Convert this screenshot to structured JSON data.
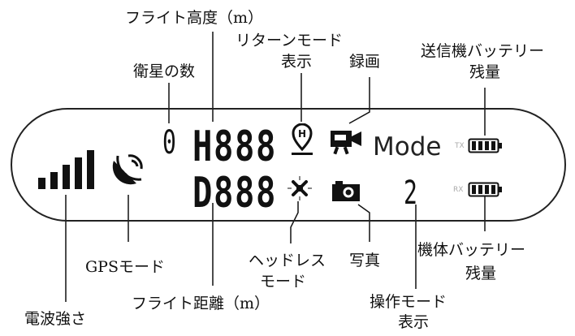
{
  "labels": {
    "flight_altitude": "フライト高度（m）",
    "return_mode_line1": "リターンモード",
    "return_mode_line2": "表示",
    "recording": "録画",
    "satellite_count": "衛星の数",
    "tx_battery_line1": "送信機バッテリー",
    "tx_battery_line2": "残量",
    "gps_mode": "GPSモード",
    "signal_strength": "電波強さ",
    "flight_distance": "フライト距離（m）",
    "headless_line1": "ヘッドレス",
    "headless_line2": "モード",
    "photo": "写真",
    "body_battery_line1": "機体バッテリー",
    "body_battery_line2": "残量",
    "control_mode_line1": "操作モード",
    "control_mode_line2": "表示"
  },
  "display": {
    "satellite_value": "0",
    "altitude_prefix": "H",
    "altitude_value": "888",
    "distance_prefix": "D",
    "distance_value": "888",
    "mode_text": "Mode",
    "mode_value": "2",
    "tx_tag": "TX",
    "rx_tag": "RX",
    "return_icon_letter": "H",
    "tx_battery_bars": 4,
    "rx_battery_bars": 4,
    "signal_bars": 5
  },
  "icons": [
    "signal-bars-icon",
    "gps-satellite-icon",
    "return-home-icon",
    "video-camera-icon",
    "drone-headless-icon",
    "photo-camera-icon",
    "battery-icon"
  ]
}
